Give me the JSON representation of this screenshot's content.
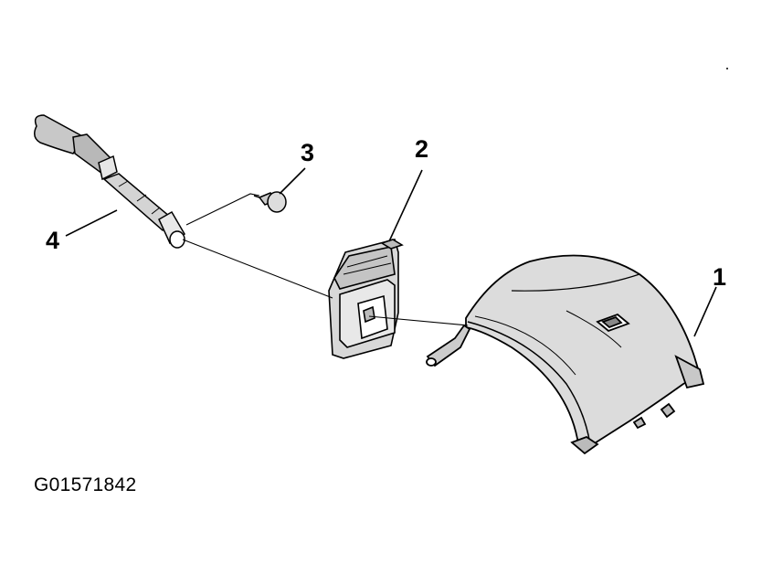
{
  "figure_id": "G01571842",
  "callouts": [
    {
      "number": "1",
      "part": "lower-steering-column-cover"
    },
    {
      "number": "2",
      "part": "switch-module"
    },
    {
      "number": "3",
      "part": "screw"
    },
    {
      "number": "4",
      "part": "lever"
    }
  ],
  "colors": {
    "line": "#000000",
    "part_fill": "#dcdcdc",
    "background": "#ffffff"
  }
}
